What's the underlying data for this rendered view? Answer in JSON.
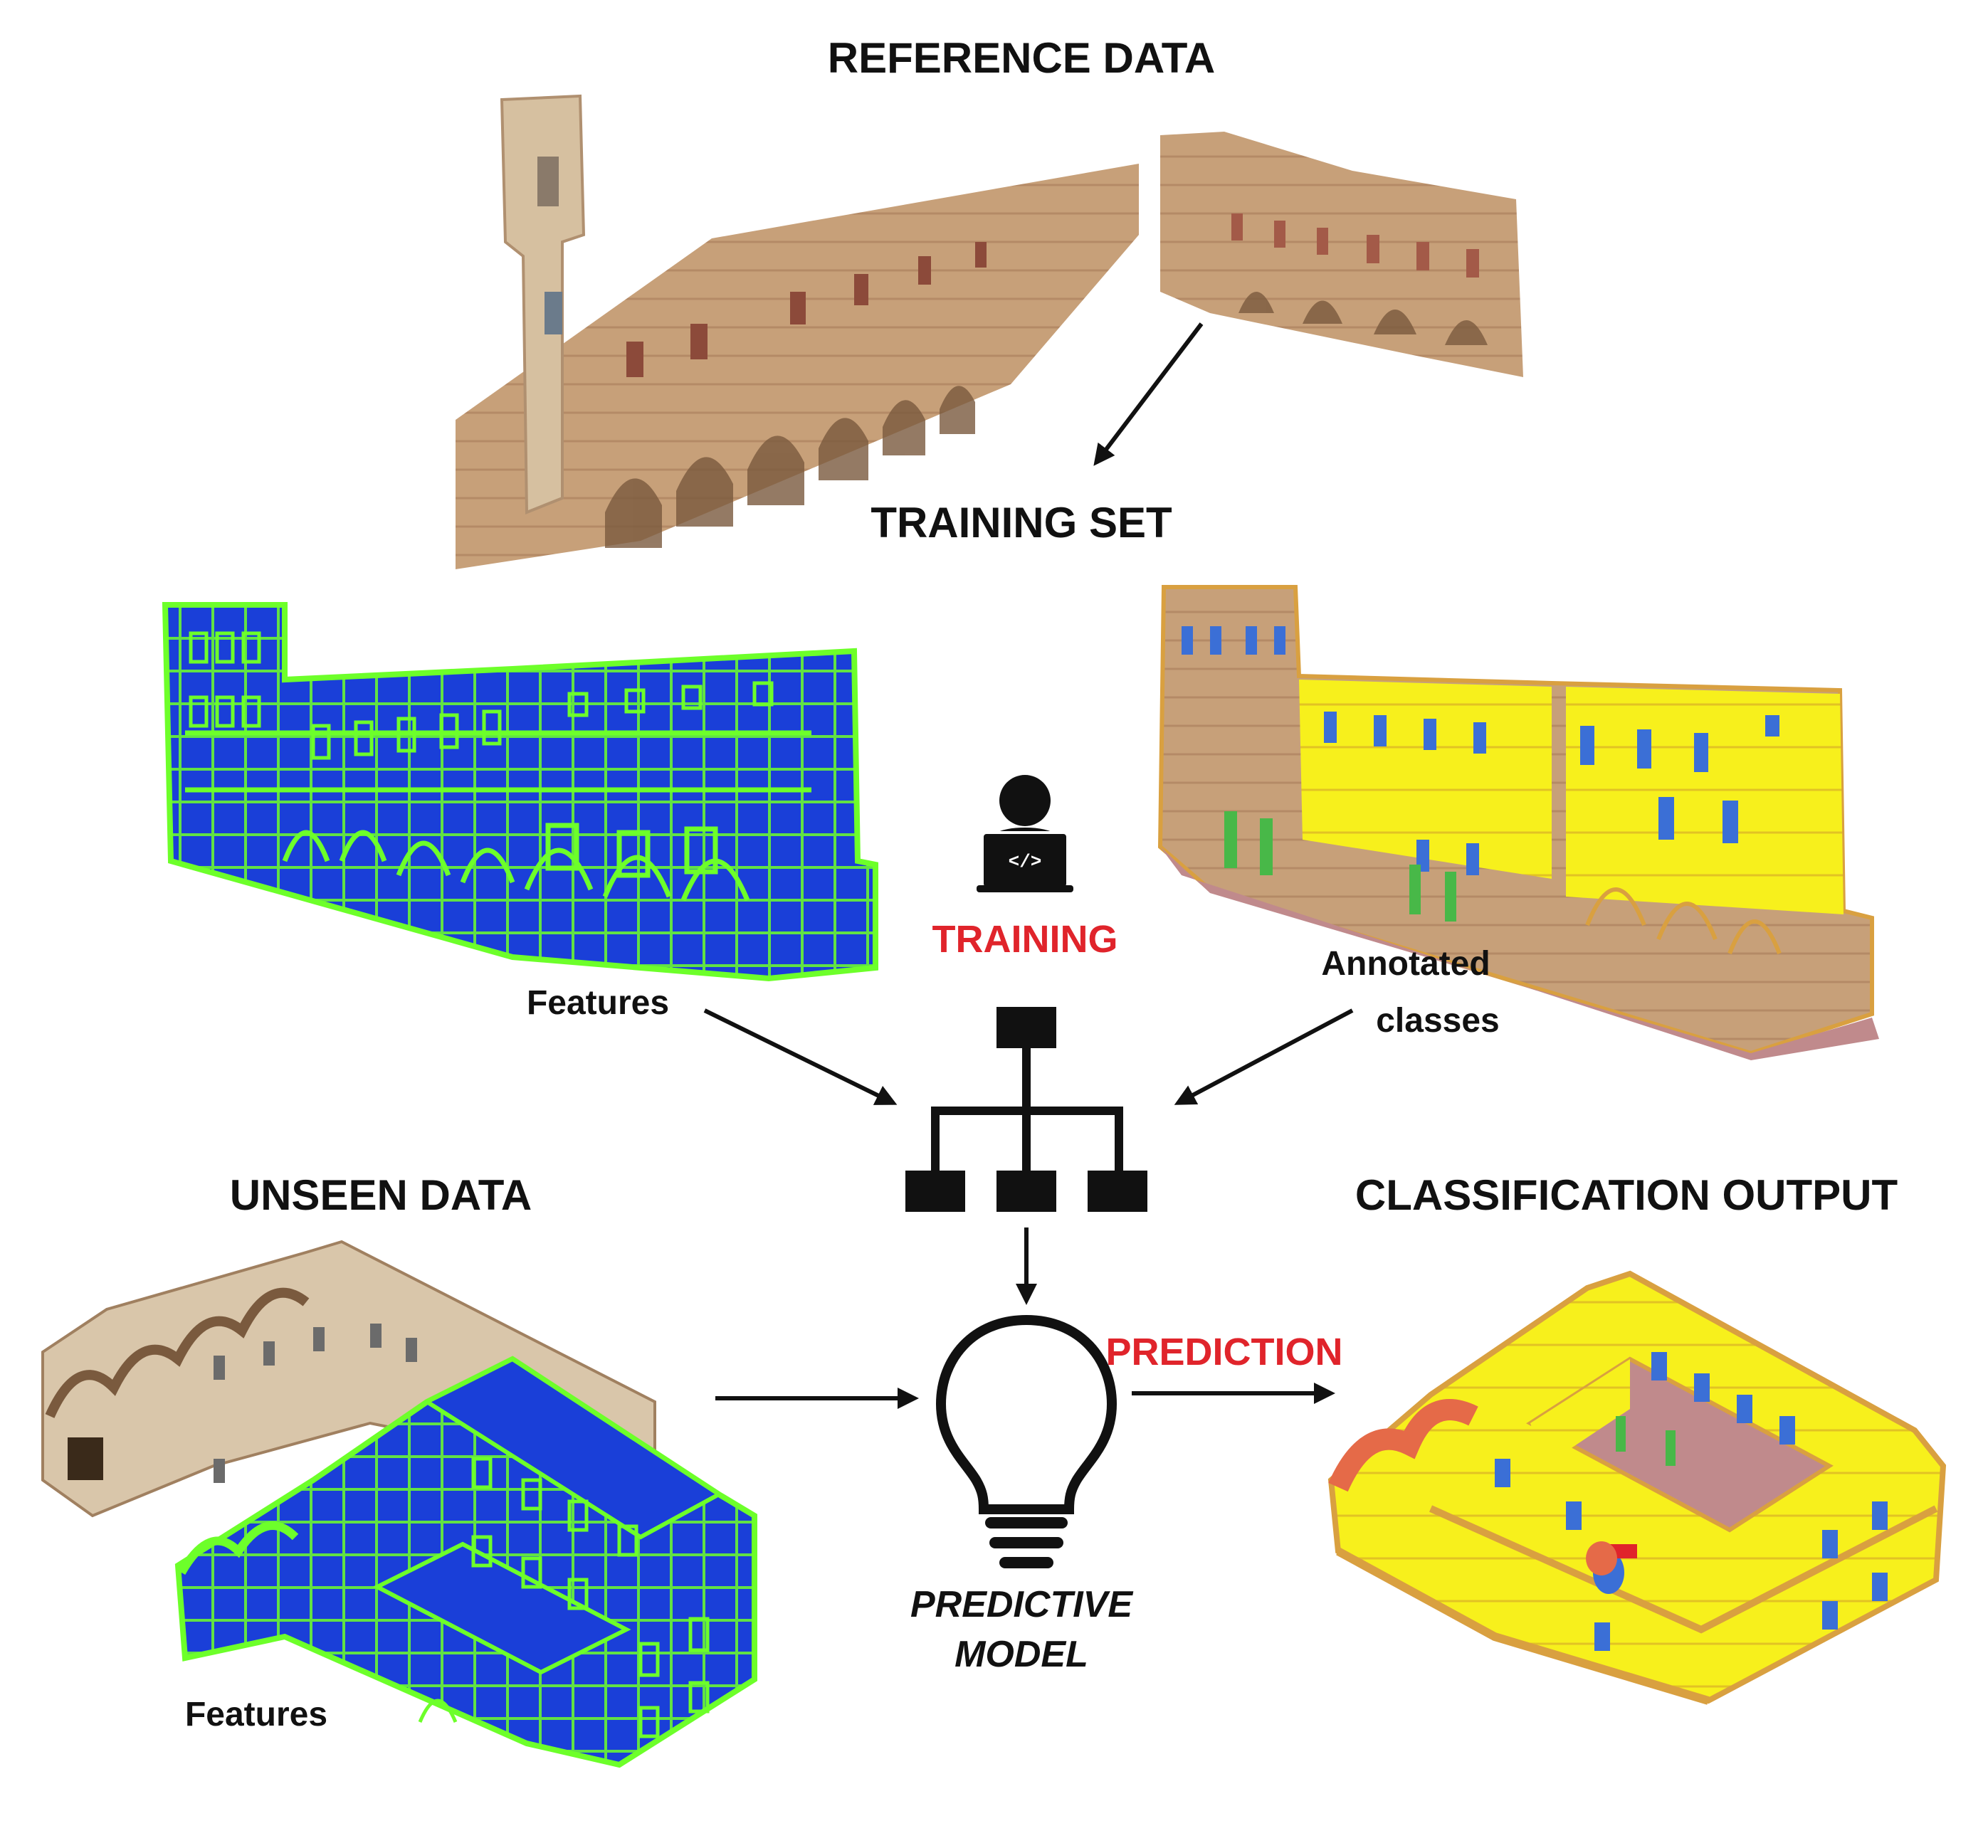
{
  "headings": {
    "reference_data": "REFERENCE DATA",
    "training_set": "TRAINING SET",
    "unseen_data": "UNSEEN DATA",
    "classification_output": "CLASSIFICATION OUTPUT"
  },
  "labels": {
    "training": "TRAINING",
    "prediction": "PREDICTION",
    "features_top": "Features",
    "annotated_line1": "Annotated",
    "annotated_line2": "classes",
    "predictive_line1": "PREDICTIVE",
    "predictive_line2": "MODEL",
    "features_bottom": "Features"
  },
  "icons": {
    "training_icon": "user-laptop-code-icon",
    "model_icon": "hierarchy-tree-icon",
    "prediction_icon": "lightbulb-icon"
  },
  "colors": {
    "label_red": "#e0242b",
    "text_dark": "#111111",
    "feature_blue": "#1a3fd8",
    "feature_green": "#6dff2a",
    "class_yellow": "#f7f01c",
    "class_blue": "#3b6fd6",
    "class_orange": "#d9a040",
    "class_pink": "#c08a8c",
    "class_green": "#48b848",
    "class_coral": "#e56a48",
    "photo_brick": "#c7a079",
    "photo_stone": "#d9c6aa"
  }
}
